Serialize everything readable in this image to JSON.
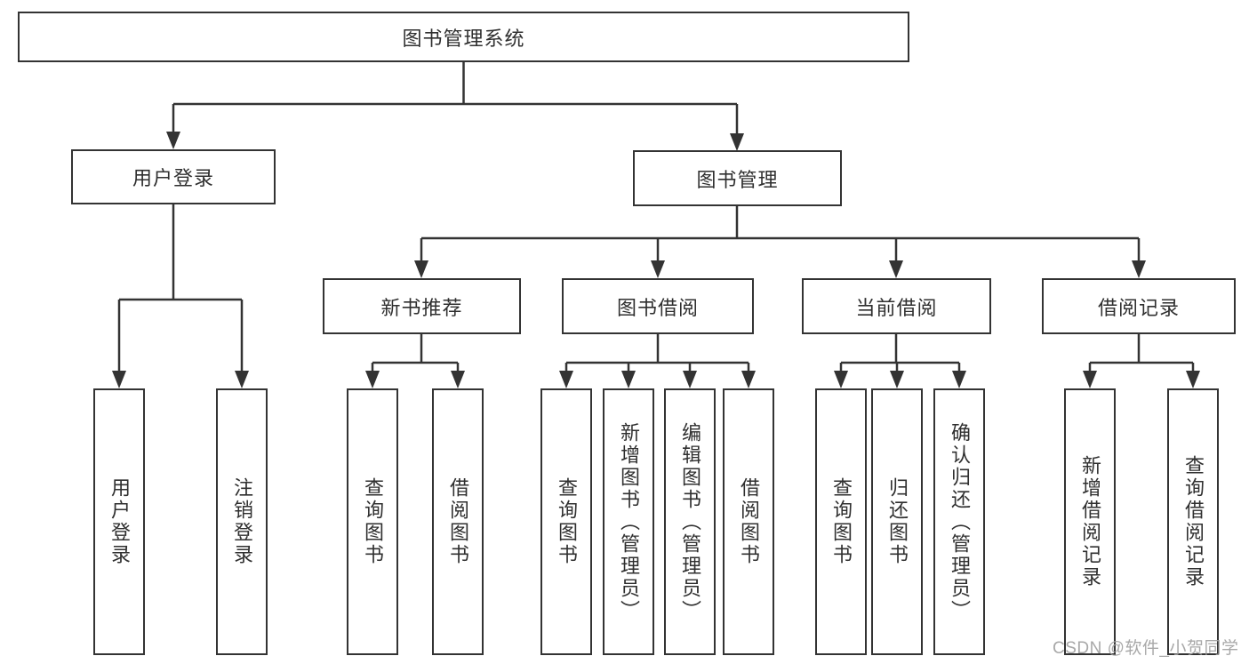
{
  "diagram": {
    "root": "图书管理系统",
    "branches": [
      {
        "label": "用户登录",
        "children": [
          "用户登录",
          "注销登录"
        ]
      },
      {
        "label": "图书管理",
        "children": [
          {
            "label": "新书推荐",
            "children": [
              "查询图书",
              "借阅图书"
            ]
          },
          {
            "label": "图书借阅",
            "children": [
              "查询图书",
              "新增图书（管理员）",
              "编辑图书（管理员）",
              "借阅图书"
            ]
          },
          {
            "label": "当前借阅",
            "children": [
              "查询图书",
              "归还图书",
              "确认归还（管理员）"
            ]
          },
          {
            "label": "借阅记录",
            "children": [
              "新增借阅记录",
              "查询借阅记录"
            ]
          }
        ]
      }
    ]
  },
  "watermark": "CSDN @软件_小贺同学",
  "colors": {
    "line": "#333333",
    "box_background": "#ffffff",
    "text": "#2f2f2f",
    "watermark": "#9e9e9e"
  }
}
